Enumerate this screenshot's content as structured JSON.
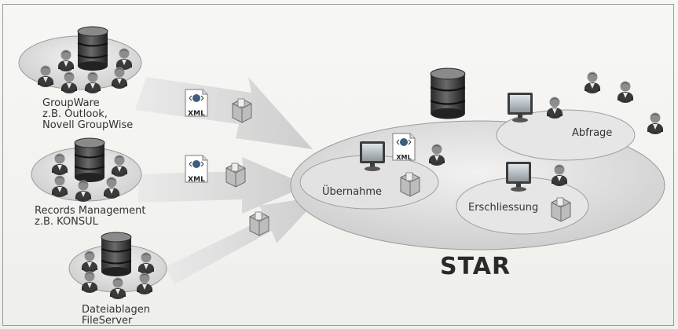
{
  "sources": {
    "groupware": {
      "lines": [
        "GroupWare",
        "z.B. Outlook,",
        "Novell GroupWise"
      ]
    },
    "records": {
      "lines": [
        "Records Management",
        "z.B. KONSUL"
      ]
    },
    "files": {
      "lines": [
        "Dateiablagen",
        "FileServer"
      ]
    }
  },
  "documents": {
    "xml_label": "XML"
  },
  "star": {
    "title": "STAR",
    "zones": {
      "uebernahme": "Übernahme",
      "abfrage": "Abfrage",
      "erschliessung": "Erschliessung"
    }
  },
  "icons": [
    "database-icon",
    "user-icon",
    "monitor-icon",
    "xml-document-icon",
    "archive-box-icon",
    "arrow"
  ]
}
